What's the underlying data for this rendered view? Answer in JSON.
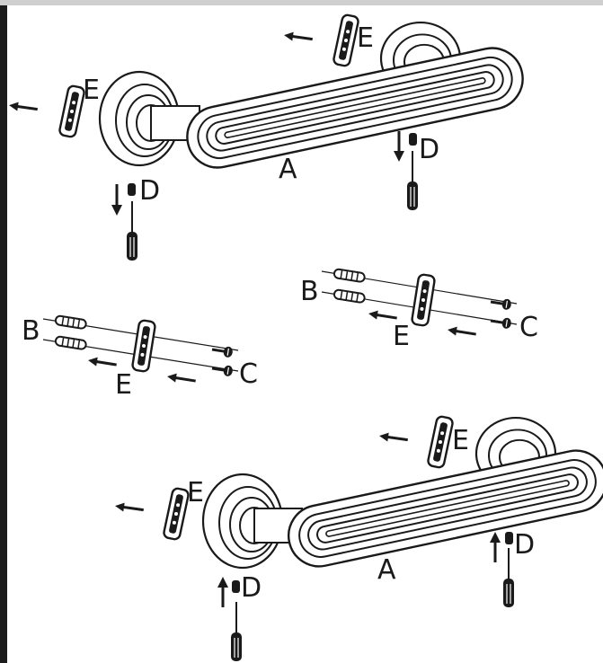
{
  "labels": {
    "bar": "A",
    "anchor": "B",
    "screw": "C",
    "cap": "D",
    "clip": "E"
  },
  "colors": {
    "line": "#1a1a1a",
    "fill": "#ffffff",
    "topbar": "#cfcfcf",
    "leftbar": "#1c1c1c"
  }
}
